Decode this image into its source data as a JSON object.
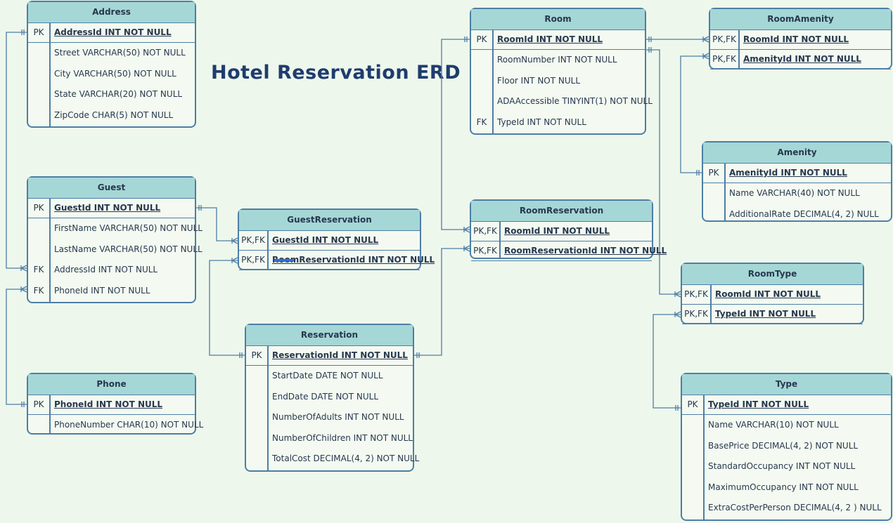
{
  "title": "Hotel Reservation ERD",
  "colors": {
    "background": "#eef7ec",
    "header": "#a5d7d6",
    "border": "#4d7ea6",
    "text": "#27384f",
    "title": "#1f3c6e"
  },
  "entities": {
    "address": {
      "name": "Address",
      "keys": [
        {
          "k": "PK",
          "t": "AddressId INT NOT NULL"
        }
      ],
      "attrs": [
        {
          "k": "",
          "t": "Street VARCHAR(50) NOT NULL"
        },
        {
          "k": "",
          "t": "City VARCHAR(50) NOT NULL"
        },
        {
          "k": "",
          "t": "State VARCHAR(20) NOT NULL"
        },
        {
          "k": "",
          "t": "ZipCode CHAR(5) NOT NULL"
        }
      ]
    },
    "guest": {
      "name": "Guest",
      "keys": [
        {
          "k": "PK",
          "t": "GuestId INT NOT NULL"
        }
      ],
      "attrs": [
        {
          "k": "",
          "t": "FirstName VARCHAR(50) NOT NULL"
        },
        {
          "k": "",
          "t": "LastName VARCHAR(50) NOT NULL"
        },
        {
          "k": "FK",
          "t": "AddressId INT NOT NULL"
        },
        {
          "k": "FK",
          "t": "PhoneId INT NOT NULL"
        }
      ]
    },
    "phone": {
      "name": "Phone",
      "keys": [
        {
          "k": "PK",
          "t": "PhoneId INT NOT NULL"
        }
      ],
      "attrs": [
        {
          "k": "",
          "t": "PhoneNumber CHAR(10) NOT NULL"
        }
      ]
    },
    "guestreservation": {
      "name": "GuestReservation",
      "keys": [
        {
          "k": "PK,FK",
          "t": "GuestId INT NOT NULL"
        },
        {
          "k": "PK,FK",
          "t": "RoomReservationId INT NOT NULL"
        }
      ],
      "attrs": []
    },
    "reservation": {
      "name": "Reservation",
      "keys": [
        {
          "k": "PK",
          "t": "ReservationId INT NOT NULL"
        }
      ],
      "attrs": [
        {
          "k": "",
          "t": "StartDate DATE NOT NULL"
        },
        {
          "k": "",
          "t": "EndDate DATE NOT NULL"
        },
        {
          "k": "",
          "t": "NumberOfAdults INT NOT NULL"
        },
        {
          "k": "",
          "t": "NumberOfChildren INT NOT NULL"
        },
        {
          "k": "",
          "t": "TotalCost DECIMAL(4, 2) NOT NULL"
        }
      ]
    },
    "room": {
      "name": "Room",
      "keys": [
        {
          "k": "PK",
          "t": "RoomId INT NOT NULL"
        }
      ],
      "attrs": [
        {
          "k": "",
          "t": "RoomNumber INT NOT NULL"
        },
        {
          "k": "",
          "t": "Floor INT NOT NULL"
        },
        {
          "k": "",
          "t": "ADAAccessible TINYINT(1) NOT NULL"
        },
        {
          "k": "FK",
          "t": "TypeId INT NOT NULL"
        }
      ]
    },
    "roomreservation": {
      "name": "RoomReservation",
      "keys": [
        {
          "k": "PK,FK",
          "t": "RoomId INT NOT NULL"
        },
        {
          "k": "PK,FK",
          "t": "RoomReservationId INT NOT NULL"
        }
      ],
      "attrs": []
    },
    "roomamenity": {
      "name": "RoomAmenity",
      "keys": [
        {
          "k": "PK,FK",
          "t": "RoomId INT NOT NULL"
        },
        {
          "k": "PK,FK",
          "t": "AmenityId INT NOT NULL"
        }
      ],
      "attrs": []
    },
    "amenity": {
      "name": "Amenity",
      "keys": [
        {
          "k": "PK",
          "t": "AmenityId INT NOT NULL"
        }
      ],
      "attrs": [
        {
          "k": "",
          "t": "Name VARCHAR(40) NOT NULL"
        },
        {
          "k": "",
          "t": "AdditionalRate DECIMAL(4, 2) NULL"
        }
      ]
    },
    "roomtype": {
      "name": "RoomType",
      "keys": [
        {
          "k": "PK,FK",
          "t": "RoomId INT NOT NULL"
        },
        {
          "k": "PK,FK",
          "t": "TypeId INT NOT NULL"
        }
      ],
      "attrs": []
    },
    "type": {
      "name": "Type",
      "keys": [
        {
          "k": "PK",
          "t": "TypeId INT NOT NULL"
        }
      ],
      "attrs": [
        {
          "k": "",
          "t": "Name VARCHAR(10) NOT NULL"
        },
        {
          "k": "",
          "t": "BasePrice DECIMAL(4, 2) NOT NULL"
        },
        {
          "k": "",
          "t": "StandardOccupancy INT NOT NULL"
        },
        {
          "k": "",
          "t": "MaximumOccupancy INT NOT NULL"
        },
        {
          "k": "",
          "t": "ExtraCostPerPerson DECIMAL(4, 2 ) NULL"
        }
      ]
    }
  },
  "relationships": [
    {
      "from": "address.AddressId",
      "to": "guest.AddressId",
      "cardinality": "one-to-many"
    },
    {
      "from": "phone.PhoneId",
      "to": "guest.PhoneId",
      "cardinality": "one-to-many"
    },
    {
      "from": "guest.GuestId",
      "to": "guestreservation.GuestId",
      "cardinality": "one-to-many"
    },
    {
      "from": "reservation.ReservationId",
      "to": "guestreservation.RoomReservationId",
      "cardinality": "one-to-many"
    },
    {
      "from": "reservation.ReservationId",
      "to": "roomreservation.RoomReservationId",
      "cardinality": "one-to-many"
    },
    {
      "from": "room.RoomId",
      "to": "roomreservation.RoomId",
      "cardinality": "one-to-many"
    },
    {
      "from": "room.RoomId",
      "to": "roomamenity.RoomId",
      "cardinality": "one-to-many"
    },
    {
      "from": "amenity.AmenityId",
      "to": "roomamenity.AmenityId",
      "cardinality": "one-to-many"
    },
    {
      "from": "room.RoomId",
      "to": "roomtype.RoomId",
      "cardinality": "one-to-many"
    },
    {
      "from": "type.TypeId",
      "to": "roomtype.TypeId",
      "cardinality": "one-to-many"
    }
  ]
}
